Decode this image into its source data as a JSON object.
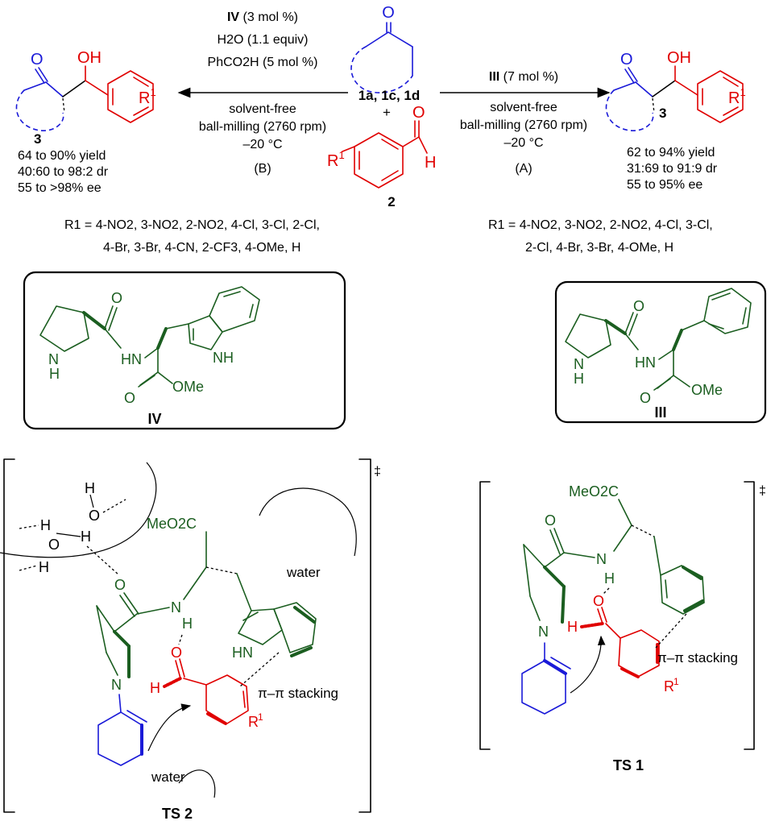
{
  "left_conditions": {
    "catalyst": "IV",
    "catalyst_loading": " (3 mol %)",
    "water_line": "H2O (1.1 equiv)",
    "additive_line": "PhCO2H (5 mol %)",
    "solvent": "solvent-free",
    "milling": "ball-milling (2760 rpm)",
    "temperature": "–20 °C",
    "route": "(B)"
  },
  "right_conditions": {
    "catalyst": "III",
    "catalyst_loading": " (7 mol %)",
    "solvent": "solvent-free",
    "milling": "ball-milling (2760 rpm)",
    "temperature": "–20 °C",
    "route": "(A)"
  },
  "center": {
    "ketones": "1a, 1c, 1d",
    "plus": "+",
    "aldehyde_number": "2",
    "ketone_oxygen": "O",
    "aldehyde_oxygen": "O",
    "aldehyde_h": "H",
    "r1_label": "R"
  },
  "left_product": {
    "number": "3",
    "yield": "64 to 90% yield",
    "dr": "40:60 to 98:2 dr",
    "ee": "55 to >98% ee",
    "oh": "OH",
    "ketone_o": "O",
    "r1_label": "R"
  },
  "right_product": {
    "number": "3",
    "yield": "62 to 94% yield",
    "dr": "31:69 to 91:9 dr",
    "ee": "55 to 95% ee",
    "oh": "OH",
    "ketone_o": "O",
    "r1_label": "R"
  },
  "substituents_left": {
    "line1": "R1 = 4-NO2, 3-NO2, 2-NO2, 4-Cl, 3-Cl,  2-Cl,",
    "line2": "4-Br, 3-Br, 4-CN, 2-CF3, 4-OMe, H"
  },
  "substituents_right": {
    "line1": "R1 = 4-NO2, 3-NO2, 2-NO2, 4-Cl, 3-Cl,",
    "line2": "2-Cl, 4-Br, 3-Br, 4-OMe, H"
  },
  "catalyst_IV": {
    "label": "IV",
    "nh_ring": "N",
    "nh_ring_h": "H",
    "amide_nh": "HN",
    "amide_o": "O",
    "ester_o": "O",
    "ome": "OMe",
    "indole_nh": "NH"
  },
  "catalyst_III": {
    "label": "III",
    "nh_ring": "N",
    "nh_ring_h": "H",
    "amide_nh": "HN",
    "amide_o": "O",
    "ester_o": "O",
    "ome": "OMe"
  },
  "ts2": {
    "label": "TS 2",
    "dagger": "‡",
    "water_top": "water",
    "water_bottom": "water",
    "stacking": "π–π stacking",
    "meo2c": "MeO2C",
    "n_h": "N",
    "h": "H",
    "o": "O",
    "ald_o": "O",
    "ald_h": "H",
    "ring_n": "N",
    "hn": "HN",
    "r1": "R",
    "w_h1": "H",
    "w_o1": "O",
    "w_h2": "H",
    "w_h3": "H",
    "w_o2": "O",
    "w_h4": "H"
  },
  "ts1": {
    "label": "TS 1",
    "dagger": "‡",
    "stacking": "π–π stacking",
    "meo2c": "MeO2C",
    "o": "O",
    "n": "N",
    "h": "H",
    "ald_o": "O",
    "ald_h": "H",
    "ring_n": "N",
    "r1": "R"
  },
  "superscript_one": "1",
  "colors": {
    "red": "#e00000",
    "green": "#1b5e20",
    "blue": "#1a1ad8",
    "black": "#000000"
  }
}
